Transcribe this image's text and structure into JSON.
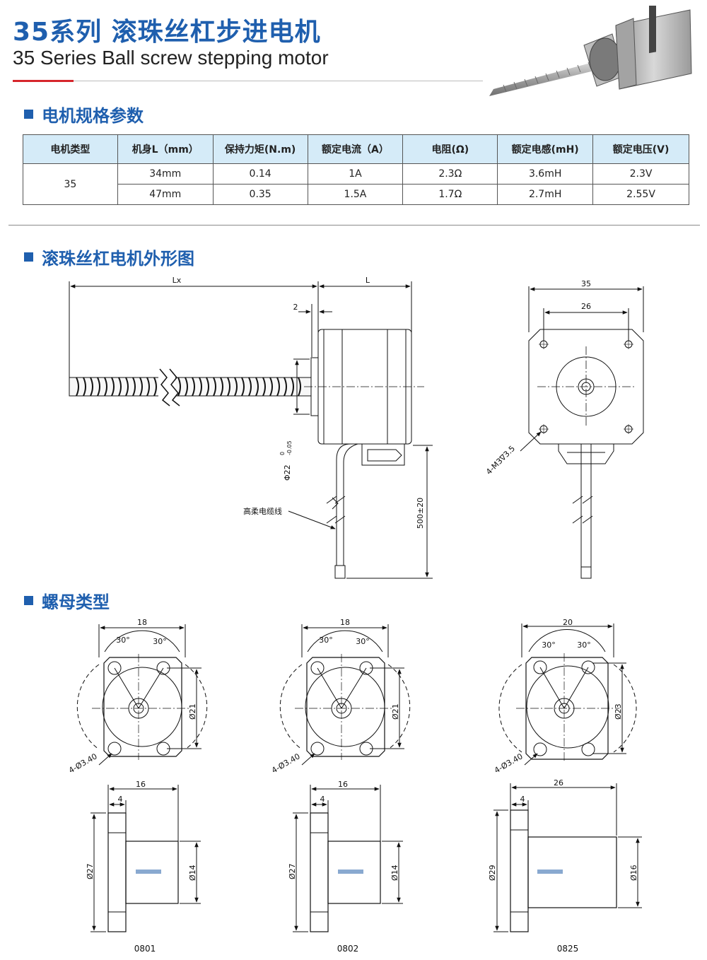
{
  "header": {
    "title_cn": "35系列 滚珠丝杠步进电机",
    "title_en": "35 Series Ball screw stepping motor"
  },
  "sections": {
    "specs": "电机规格参数",
    "outline": "滚珠丝杠电机外形图",
    "nut_types": "螺母类型"
  },
  "specs_table": {
    "headers": [
      "电机类型",
      "机身L（mm）",
      "保持力矩(N.m)",
      "额定电流（A）",
      "电阻(Ω)",
      "额定电感(mH)",
      "额定电压(V)"
    ],
    "motor_type": "35",
    "rows": [
      [
        "34mm",
        "0.14",
        "1A",
        "2.3Ω",
        "3.6mH",
        "2.3V"
      ],
      [
        "47mm",
        "0.35",
        "1.5A",
        "1.7Ω",
        "2.7mH",
        "2.55V"
      ]
    ]
  },
  "outline_drawing": {
    "dim_lx": "Lx",
    "dim_l": "L",
    "dim_2": "2",
    "dim_shaft": "Φ22",
    "tol_upper": "0",
    "tol_lower": "-0.05",
    "cable_label": "高柔电缆线",
    "cable_length": "500±20",
    "front_width": "35",
    "front_hole_spacing": "26",
    "screw_holes": "4-M3∇3.5"
  },
  "nuts": [
    {
      "model": "0801",
      "width": "18",
      "angle_a": "30°",
      "angle_b": "30°",
      "pcd": "Ø21",
      "holes": "4-Ø3.40",
      "length": "16",
      "flange": "4",
      "flange_dia": "Ø27",
      "body_dia": "Ø14"
    },
    {
      "model": "0802",
      "width": "18",
      "angle_a": "30°",
      "angle_b": "30°",
      "pcd": "Ø21",
      "holes": "4-Ø3.40",
      "length": "16",
      "flange": "4",
      "flange_dia": "Ø27",
      "body_dia": "Ø14"
    },
    {
      "model": "0825",
      "width": "20",
      "angle_a": "30°",
      "angle_b": "30°",
      "pcd": "Ø23",
      "holes": "4-Ø3.40",
      "length": "26",
      "flange": "4",
      "flange_dia": "Ø29",
      "body_dia": "Ø16"
    }
  ]
}
